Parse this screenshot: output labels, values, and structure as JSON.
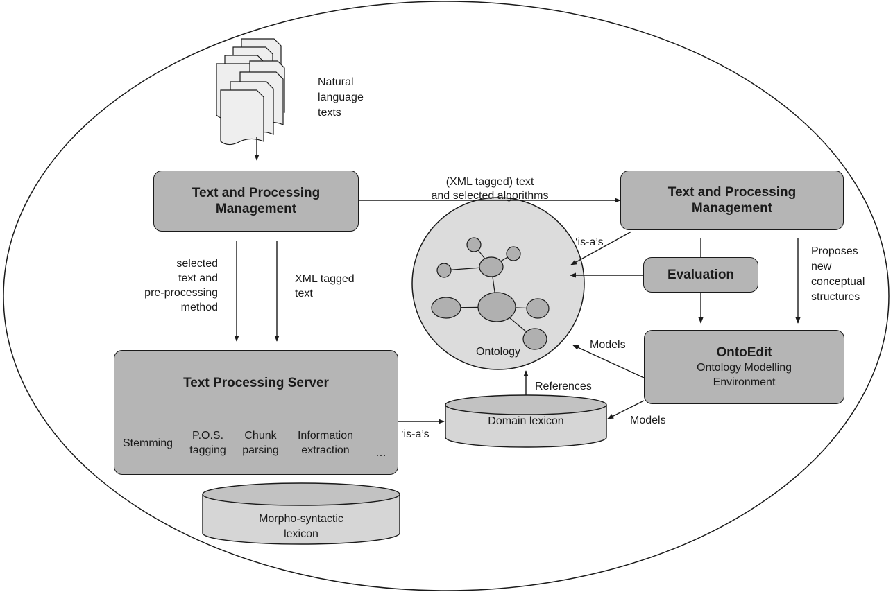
{
  "inputs": {
    "natural_language_texts": "Natural\nlanguage\ntexts"
  },
  "boxes": {
    "text_mgmt_left": "Text and Processing\nManagement",
    "text_mgmt_right": "Text and Processing\nManagement",
    "evaluation": "Evaluation",
    "ontoedit_title": "OntoEdit",
    "ontoedit_sub1": "Ontology Modelling",
    "ontoedit_sub2": "Environment",
    "text_processing_server": "Text Processing Server"
  },
  "modules": [
    "Stemming",
    "P.O.S.\ntagging",
    "Chunk\nparsing",
    "Information\nextraction",
    "…"
  ],
  "stores": {
    "domain_lexicon": "Domain lexicon",
    "morpho_lexicon": "Morpho-syntactic\nlexicon",
    "ontology": "Ontology"
  },
  "edges": {
    "xml_text_algorithms": "(XML tagged) text\nand selected algorithms",
    "selected_text_method": "selected\ntext and\npre-processing\nmethod",
    "xml_tagged_text": "XML tagged\ntext",
    "is_a_upper": "‘is-a’s",
    "is_a_lower": "‘is-a’s",
    "proposes": "Proposes\nnew\nconceptual\nstructures",
    "models_upper": "Models",
    "models_lower": "Models",
    "references": "References"
  },
  "colors": {
    "box_fill": "#b5b5b5",
    "store_fill": "#d6d6d6",
    "ontology_fill": "#dcdcdc",
    "stroke": "#1a1a1a"
  }
}
